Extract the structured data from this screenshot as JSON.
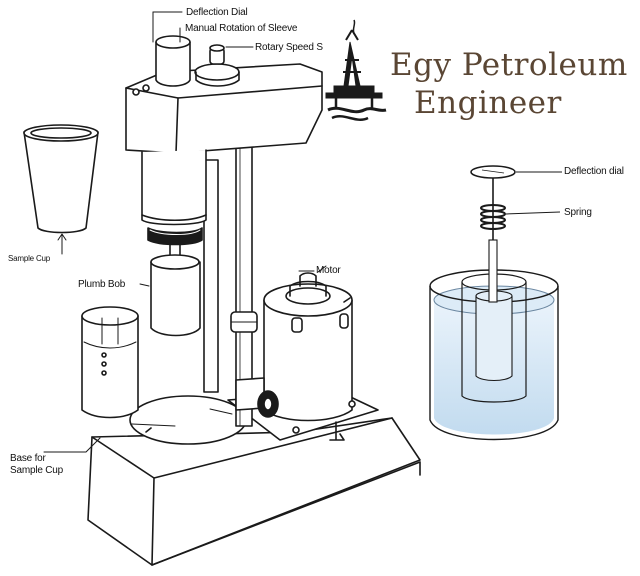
{
  "brand": {
    "line1": "Egy Petroleum",
    "line2": "Engineer",
    "logo": "oil-rig-logo-icon",
    "color": "#5a4634"
  },
  "labels": {
    "deflection_dial": "Deflection Dial",
    "manual_rotation": "Manual Rotation of Sleeve",
    "rotary_speed": "Rotary Speed S",
    "motor": "Motor",
    "plumb_bob": "Plumb Bob",
    "sample_cup": "Sample Cup",
    "base_line1": "Base for",
    "base_line2": "Sample Cup",
    "deflection_dial_right": "Deflection dial",
    "spring": "Spring"
  },
  "colors": {
    "ink": "#1a1a1a",
    "fluid": "#d4e6f5",
    "fluid_dark": "#b7d2ea"
  }
}
